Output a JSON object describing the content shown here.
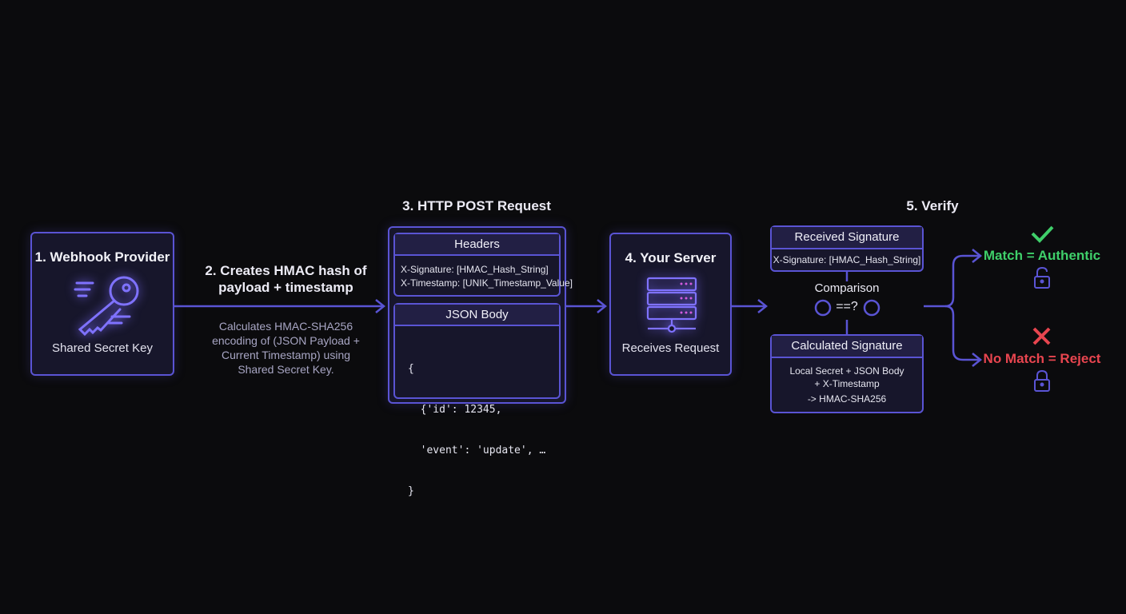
{
  "step1": {
    "title": "1. Webhook Provider",
    "caption": "Shared Secret Key",
    "icon": "key-icon"
  },
  "step2": {
    "title_line1": "2. Creates HMAC hash of",
    "title_line2": "payload + timestamp",
    "desc": [
      "Calculates HMAC-SHA256",
      "encoding of (JSON Payload +",
      "Current Timestamp) using",
      "Shared Secret Key."
    ]
  },
  "step3": {
    "title": "3. HTTP POST Request",
    "headers": {
      "label": "Headers",
      "lines": [
        "X-Signature: [HMAC_Hash_String]",
        "X-Timestamp: [UNIK_Timestamp_Value]"
      ]
    },
    "body": {
      "label": "JSON Body",
      "lines": [
        "{",
        "  {'id': 12345,",
        "  'event': 'update', …",
        "}"
      ]
    }
  },
  "step4": {
    "title": "4. Your Server",
    "caption": "Receives Request",
    "icon": "server-icon"
  },
  "step5": {
    "title": "5. Verify",
    "received": {
      "label": "Received Signature",
      "line": "X-Signature: [HMAC_Hash_String]"
    },
    "comparison": "Comparison",
    "operator": "==?",
    "calculated": {
      "label": "Calculated Signature",
      "lines": [
        "Local Secret + JSON Body",
        "+ X-Timestamp",
        "-> HMAC-SHA256"
      ]
    },
    "match": {
      "label": "Match = Authentic",
      "color": "#3fcf6a"
    },
    "reject": {
      "label": "No Match = Reject",
      "color": "#e8454f"
    }
  }
}
